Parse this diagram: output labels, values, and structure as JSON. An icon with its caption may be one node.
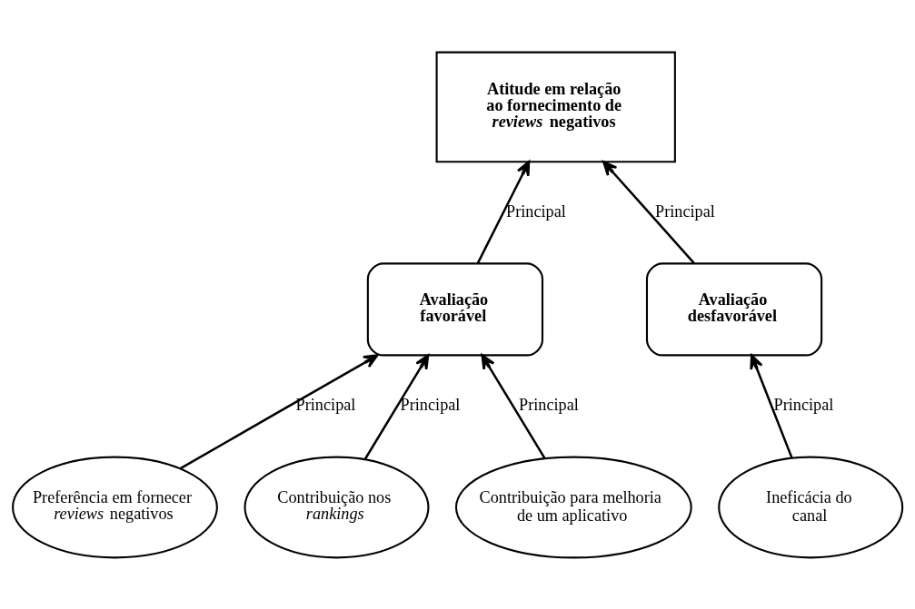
{
  "diagram": {
    "nodes": [
      {
        "text": [
          "Atitude em relação ao fornecimento de *reviews* negativos"
        ]
      },
      {
        "text": [
          "Avaliação favorável"
        ]
      },
      {
        "text": [
          "Avaliação desfavorável"
        ]
      },
      {
        "text": [
          "Preferência em fornecer *reviews* negativos"
        ]
      },
      {
        "text": [
          "Contribuição nos *rankings*"
        ]
      },
      {
        "text": [
          "Contribuição para melhoria de um aplicativo"
        ]
      },
      {
        "text": [
          "Ineficácia do canal"
        ]
      }
    ],
    "edges": [
      {
        "from": 1,
        "to": 0,
        "arrow": "to",
        "label": "Principal"
      },
      {
        "from": 2,
        "to": 0,
        "arrow": "to",
        "label": "Principal"
      },
      {
        "from": 3,
        "to": 1,
        "arrow": "to",
        "label": "Principal"
      },
      {
        "from": 4,
        "to": 1,
        "arrow": "to",
        "label": "Principal"
      },
      {
        "from": 5,
        "to": 1,
        "arrow": "to",
        "label": "Principal"
      },
      {
        "from": 6,
        "to": 2,
        "arrow": "to",
        "label": "Principal"
      }
    ]
  }
}
